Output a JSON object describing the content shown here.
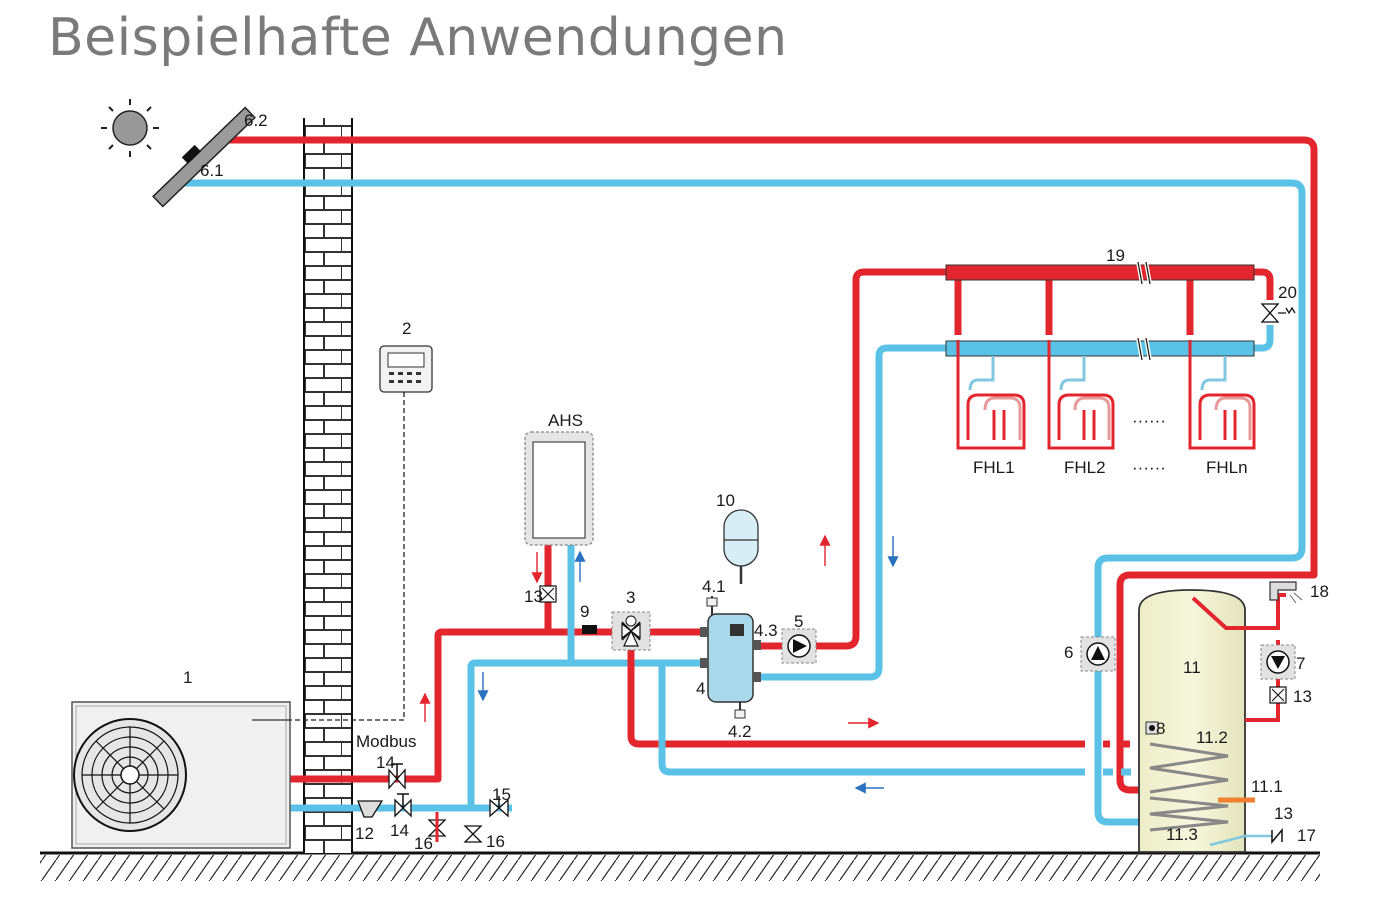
{
  "title": "Beispielhafte Anwendungen",
  "labels": {
    "outdoor_unit": "1",
    "controller": "2",
    "three_way_valve": "3",
    "buffer_tank": "4",
    "buffer_port_top": "4.1",
    "buffer_port_bottom": "4.2",
    "buffer_port_side": "4.3",
    "pump_heating": "5",
    "pump_solar": "6",
    "solar_sensor": "6.1",
    "solar_collector": "6.2",
    "pump_circulation": "7",
    "sensor_tank": "8",
    "sensor_9": "9",
    "expansion_vessel": "10",
    "dhw_tank": "11",
    "coil_11_1": "11.1",
    "coil_11_2": "11.2",
    "inlet_11_3": "11.3",
    "filter": "12",
    "check_valve_ahs": "13",
    "check_valve_circ": "13",
    "check_valve_cold": "13",
    "shutoff_valve_a": "14",
    "shutoff_valve_b": "14",
    "fill_valve": "15",
    "drain_valve_a": "16",
    "drain_valve_b": "16",
    "cold_water_inlet": "17",
    "tap": "18",
    "manifold": "19",
    "bypass_valve": "20",
    "ahs": "AHS",
    "modbus": "Modbus",
    "fhl1": "FHL1",
    "fhl2": "FHL2",
    "fhln": "FHLn",
    "dots_label": "······",
    "dots_loop": "······"
  },
  "colors": {
    "flow_hot": "#e3262e",
    "return_cold": "#5bc2e7",
    "title_gray": "#7a7a7a"
  }
}
